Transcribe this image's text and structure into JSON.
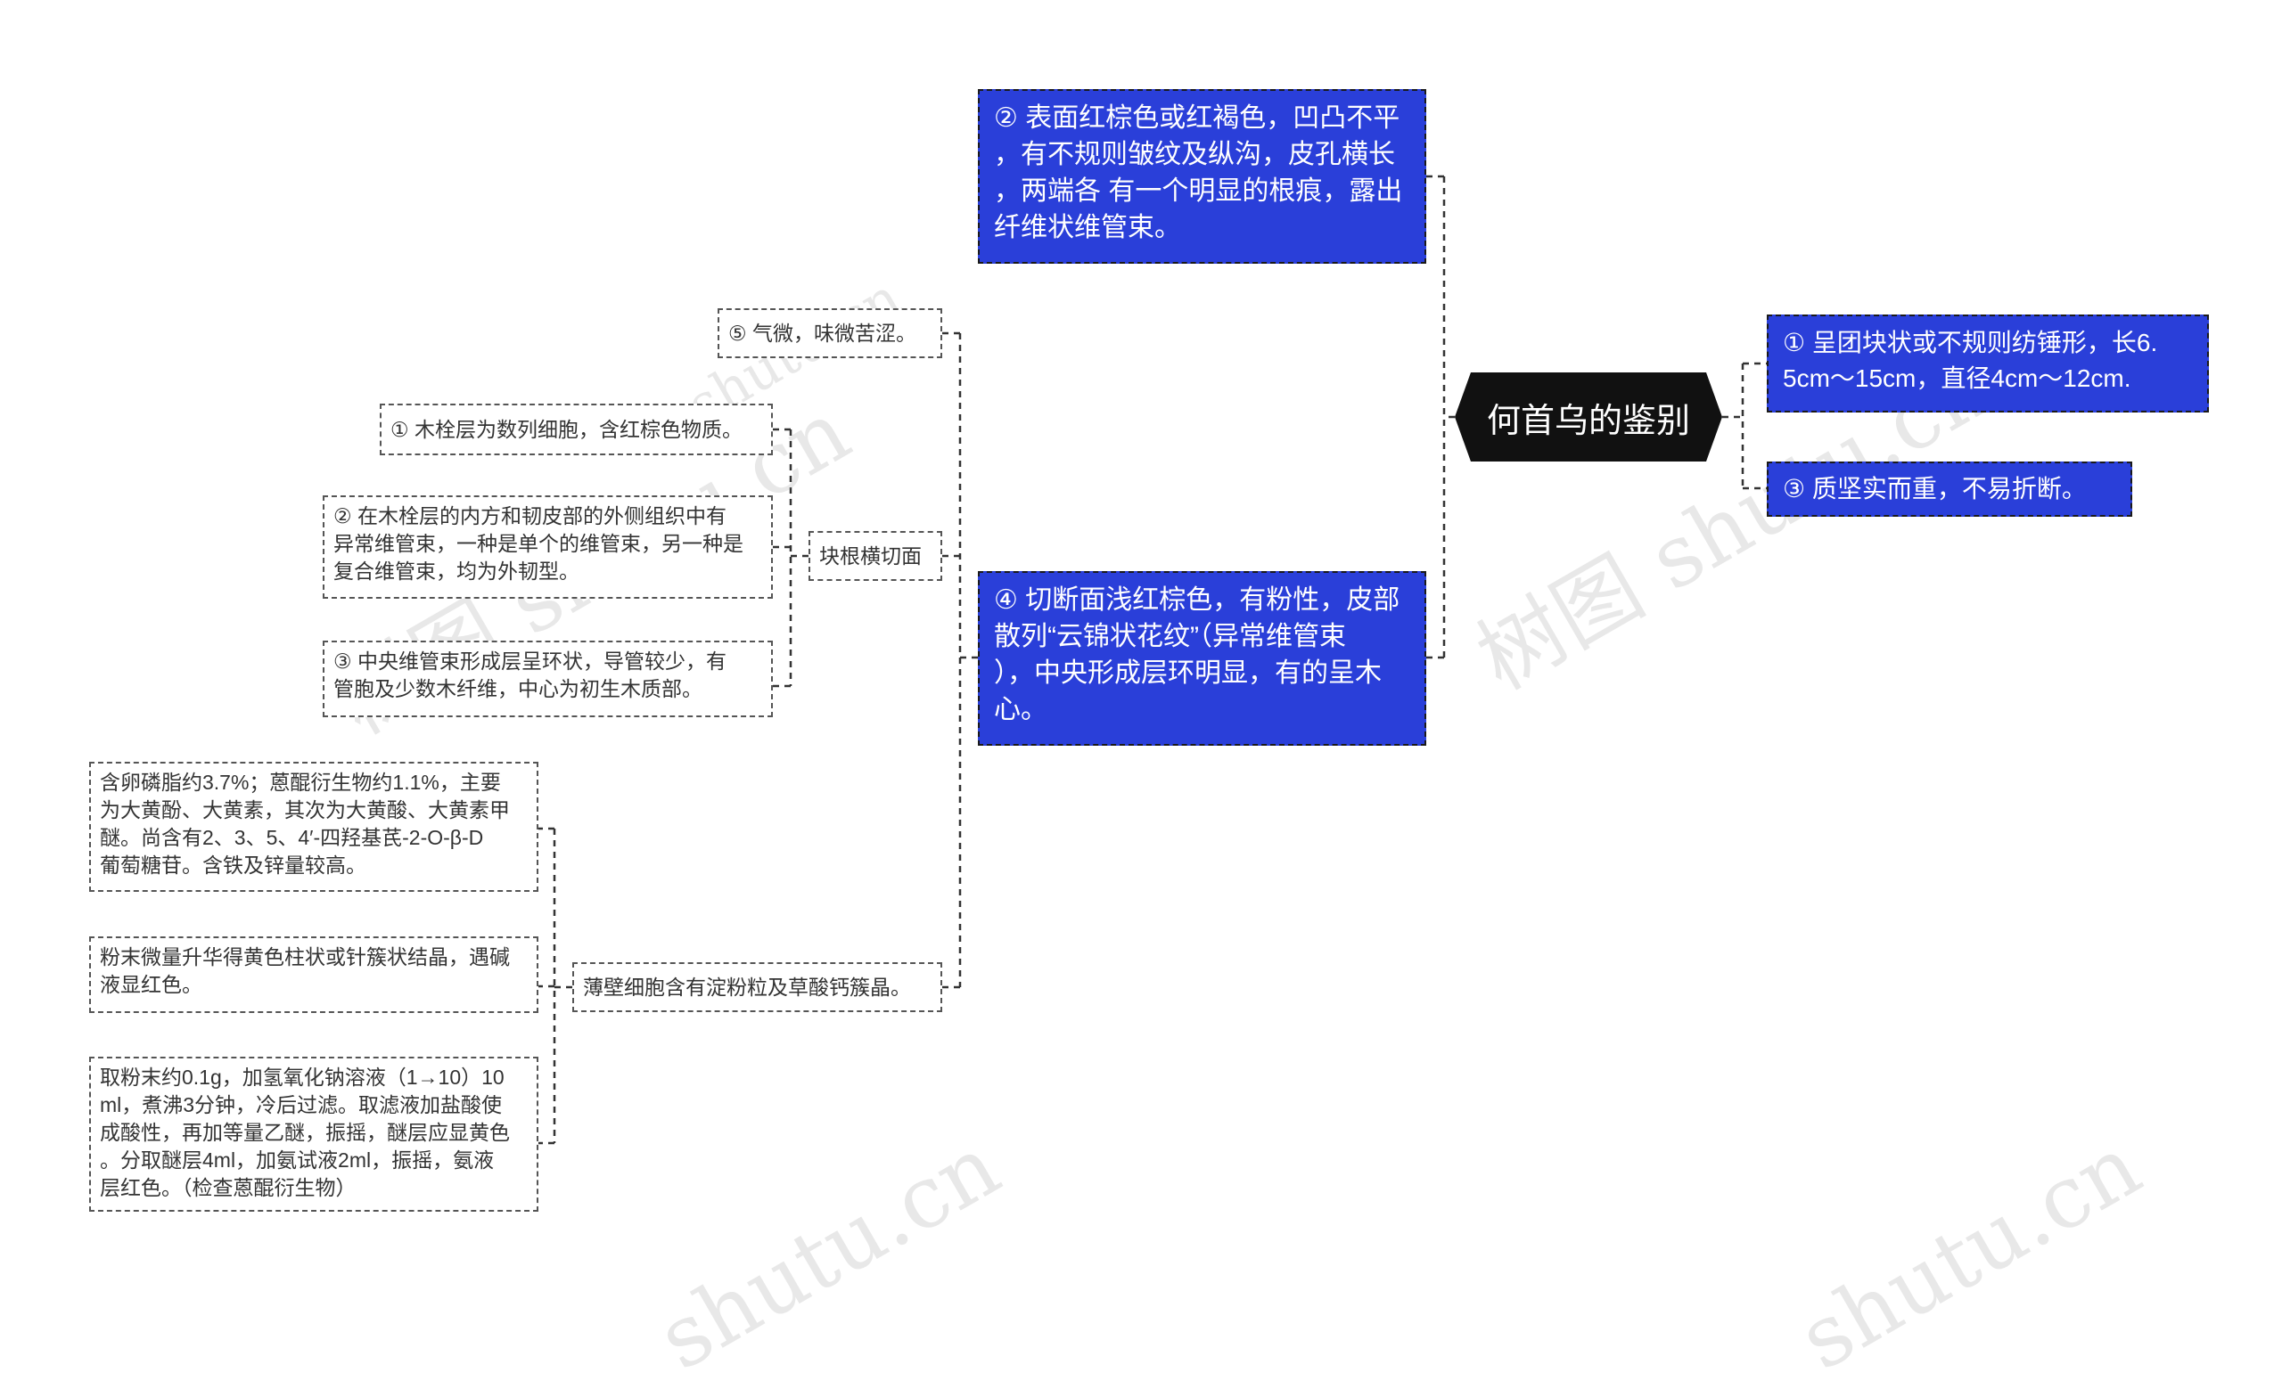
{
  "root": {
    "label": "何首乌的鉴别"
  },
  "right_nodes": [
    {
      "id": "r1",
      "text": "① 呈团块状或不规则纺锤形，长6.\n5cm～15cm，直径4cm～12cm."
    },
    {
      "id": "r3",
      "text": "③ 质坚实而重，不易折断。"
    }
  ],
  "left_blue_nodes": [
    {
      "id": "b2",
      "text": "② 表面红棕色或红褐色，凹凸不平\n，有不规则皱纹及纵沟，皮孔横长\n，两端各 有一个明显的根痕，露出\n纤维状维管束。"
    },
    {
      "id": "b4",
      "text": "④ 切断面浅红棕色，有粉性，皮部\n散列“云锦状花纹”（异常维管束\n），中央形成层环明显，有的呈木\n心。"
    }
  ],
  "level3_nodes": [
    {
      "id": "q5",
      "text": "⑤ 气微，味微苦涩。"
    },
    {
      "id": "cross",
      "text": "块根横切面"
    },
    {
      "id": "thin",
      "text": "薄壁细胞含有淀粉粒及草酸钙簇晶。"
    }
  ],
  "cross_children": [
    {
      "id": "c1",
      "text": "① 木栓层为数列细胞，含红棕色物质。"
    },
    {
      "id": "c2",
      "text": "② 在木栓层的内方和韧皮部的外侧组织中有\n异常维管束，一种是单个的维管束，另一种是\n复合维管束，均为外韧型。"
    },
    {
      "id": "c3",
      "text": "③ 中央维管束形成层呈环状，导管较少，有\n管胞及少数木纤维，中心为初生木质部。"
    }
  ],
  "thin_children": [
    {
      "id": "t1",
      "text": "含卵磷脂约3.7%；蒽醌衍生物约1.1%，主要\n为大黄酚、大黄素，其次为大黄酸、大黄素甲\n醚。尚含有2、3、5、4′-四羟基芪-2-O-β-D\n葡萄糖苷。含铁及锌量较高。"
    },
    {
      "id": "t2",
      "text": "粉末微量升华得黄色柱状或针簇状结晶，遇碱\n液显红色。"
    },
    {
      "id": "t3",
      "text": "取粉末约0.1g，加氢氧化钠溶液（1→10）10\nml，煮沸3分钟，冷后过滤。取滤液加盐酸使\n成酸性，再加等量乙醚，振摇，醚层应显黄色\n。分取醚层4ml，加氨试液2ml，振摇，氨液\n层红色。（检查蒽醌衍生物）"
    }
  ],
  "watermarks": [
    "树图 shutu.cn",
    "树图 shutu.cn",
    "shutu.cn",
    "shutu.cn",
    "shutu.cn"
  ],
  "colors": {
    "blue_fill": "#2a3fd9",
    "root_fill": "#111111",
    "connector": "#333333"
  }
}
